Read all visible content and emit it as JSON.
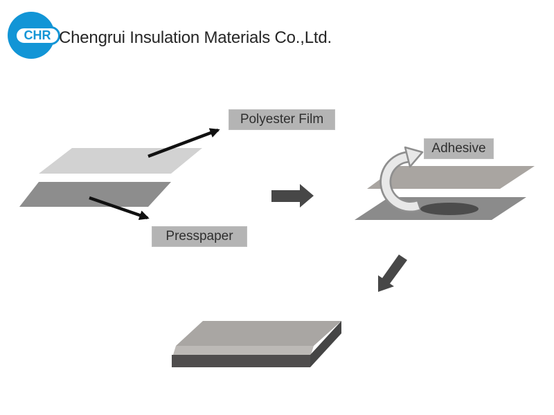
{
  "header": {
    "logo_text": "CHR",
    "company_name": "Chengrui Insulation Materials Co.,Ltd."
  },
  "diagram": {
    "labels": {
      "polyester_film": "Polyester Film",
      "presspaper": "Presspaper",
      "adhesive": "Adhesive"
    },
    "colors": {
      "logo_blue": "#1295d6",
      "title_text": "#262626",
      "label_background": "#b4b4b4",
      "label_text": "#2f2f2f",
      "polyester_film_layer": "#d2d2d2",
      "presspaper_layer": "#8d8d8d",
      "adhesive_top_layer": "#a9a5a1",
      "adhesive_bottom_layer": "#8b8b8b",
      "adhesive_spot": "#4c4c4c",
      "block_arrow": "#474747",
      "pointer_arrow": "#111111",
      "curved_arrow_fill": "#e8e8e8",
      "curved_arrow_outline": "#8f8f8f",
      "laminate_top": "#a9a6a3",
      "laminate_front_edge_highlight": "#bcb9b6",
      "laminate_front": "#4f4d4d",
      "laminate_side": "#454545"
    }
  }
}
